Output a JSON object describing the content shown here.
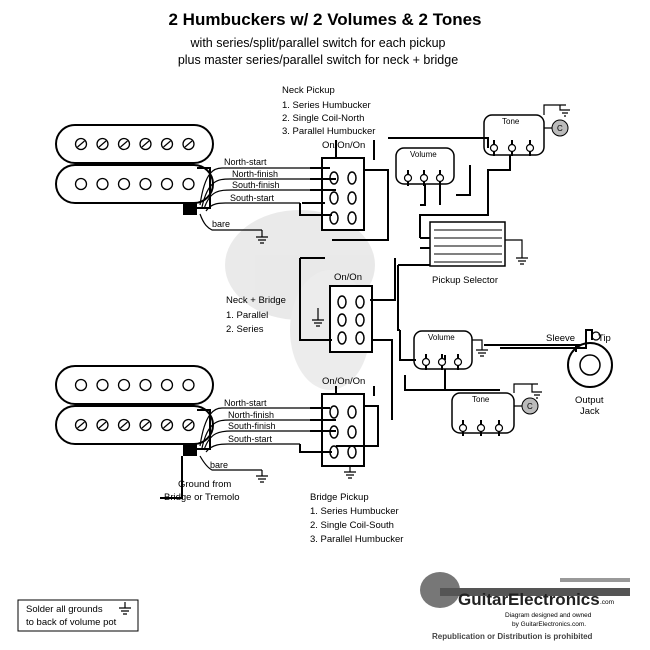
{
  "title": "2 Humbuckers w/ 2 Volumes & 2 Tones",
  "subtitle_line1": "with series/split/parallel switch for each pickup",
  "subtitle_line2": "plus master series/parallel switch for neck + bridge",
  "neck_pickup": {
    "heading": "Neck Pickup",
    "options": [
      "1. Series Humbucker",
      "2. Single Coil-North",
      "3. Parallel Humbucker"
    ],
    "switch_label": "On/On/On"
  },
  "bridge_pickup": {
    "heading": "Bridge Pickup",
    "options": [
      "1. Series Humbucker",
      "2. Single Coil-South",
      "3. Parallel Humbucker"
    ],
    "switch_label": "On/On/On"
  },
  "neck_bridge": {
    "heading": "Neck + Bridge",
    "options": [
      "1. Parallel",
      "2. Series"
    ],
    "switch_label": "On/On"
  },
  "neck_wires": [
    "North-start",
    "North-finish",
    "South-finish",
    "South-start",
    "bare"
  ],
  "bridge_wires": [
    "North-start",
    "North-finish",
    "South-finish",
    "South-start",
    "bare"
  ],
  "pots": {
    "neck_volume": "Volume",
    "neck_tone": "Tone",
    "bridge_volume": "Volume",
    "bridge_tone": "Tone"
  },
  "cap_label": "C",
  "pickup_selector": "Pickup Selector",
  "jack": {
    "sleeve": "Sleeve",
    "tip": "Tip",
    "label_line1": "Output",
    "label_line2": "Jack"
  },
  "ground": {
    "line1": "Ground from",
    "line2": "Bridge or Tremolo"
  },
  "note": {
    "line1": "Solder all grounds",
    "line2": "to back of volume pot"
  },
  "logo": {
    "brand": "GuitarElectronics",
    "brand_suffix": ".com",
    "credit_line1": "Diagram designed and owned",
    "credit_line2": "by GuitarElectronics.com.",
    "notice": "Republication or Distribution is prohibited"
  }
}
